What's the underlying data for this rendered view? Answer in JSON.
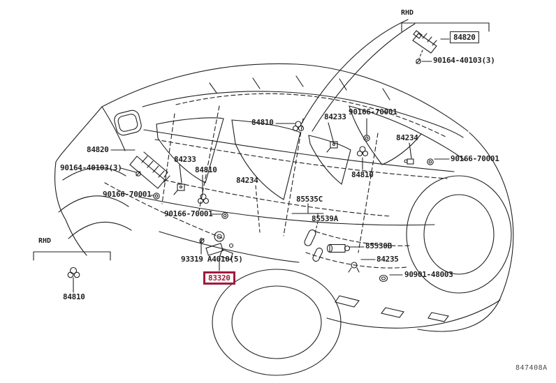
{
  "diagram": {
    "figure_code": "847408A",
    "colors": {
      "line": "#1f1f1f",
      "highlight": "#9e1b3c",
      "background": "#ffffff"
    },
    "rhd_markers": [
      {
        "label": "RHD"
      },
      {
        "label": "RHD"
      }
    ],
    "parts": [
      {
        "part_number": "84820",
        "boxed": true,
        "highlighted": false
      },
      {
        "part_number": "90164-40103(3)",
        "boxed": false,
        "highlighted": false
      },
      {
        "part_number": "84810",
        "boxed": false,
        "highlighted": false
      },
      {
        "part_number": "84233",
        "boxed": false,
        "highlighted": false
      },
      {
        "part_number": "90166-70001",
        "boxed": false,
        "highlighted": false
      },
      {
        "part_number": "84234",
        "boxed": false,
        "highlighted": false
      },
      {
        "part_number": "90166-70001",
        "boxed": false,
        "highlighted": false
      },
      {
        "part_number": "84810",
        "boxed": false,
        "highlighted": false
      },
      {
        "part_number": "84820",
        "boxed": false,
        "highlighted": false
      },
      {
        "part_number": "90164-40103(3)",
        "boxed": false,
        "highlighted": false
      },
      {
        "part_number": "84233",
        "boxed": false,
        "highlighted": false
      },
      {
        "part_number": "84810",
        "boxed": false,
        "highlighted": false
      },
      {
        "part_number": "84234",
        "boxed": false,
        "highlighted": false
      },
      {
        "part_number": "90166-70001",
        "boxed": false,
        "highlighted": false
      },
      {
        "part_number": "90166-70001",
        "boxed": false,
        "highlighted": false
      },
      {
        "part_number": "85535C",
        "boxed": false,
        "highlighted": false
      },
      {
        "part_number": "85539A",
        "boxed": false,
        "highlighted": false
      },
      {
        "part_number": "85530B",
        "boxed": false,
        "highlighted": false
      },
      {
        "part_number": "84235",
        "boxed": false,
        "highlighted": false
      },
      {
        "part_number": "90901-48003",
        "boxed": false,
        "highlighted": false
      },
      {
        "part_number": "93319 A4010(5)",
        "boxed": false,
        "highlighted": false
      },
      {
        "part_number": "83320",
        "boxed": true,
        "highlighted": true
      },
      {
        "part_number": "84810",
        "boxed": false,
        "highlighted": false
      }
    ]
  }
}
